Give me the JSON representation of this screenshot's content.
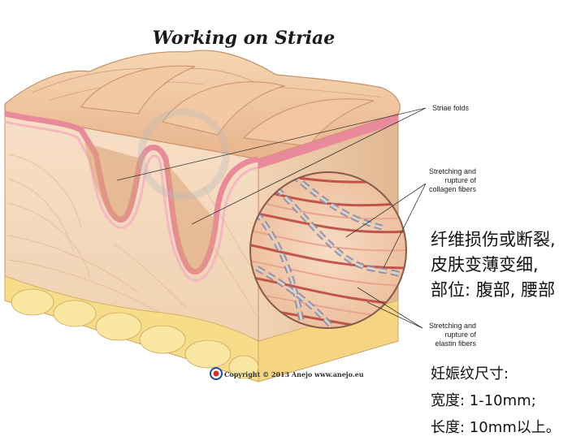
{
  "title": "Working on Striae",
  "labels": {
    "striae_folds": "Striae folds",
    "collagen": [
      "Stretching and",
      "rupture of",
      "collagen fibers"
    ],
    "elastin": [
      "Stretching and",
      "rupture of",
      "elastin fibers"
    ]
  },
  "copyright": "Copyright © 2013 Anejo www.anejo.eu",
  "notes_top": [
    "纤维损伤或断裂,",
    "皮肤变薄变细,",
    "部位: 腹部, 腰部"
  ],
  "notes_bottom": [
    "妊娠纹尺寸:",
    "宽度: 1-10mm;",
    "长度: 10mm以上。"
  ]
}
